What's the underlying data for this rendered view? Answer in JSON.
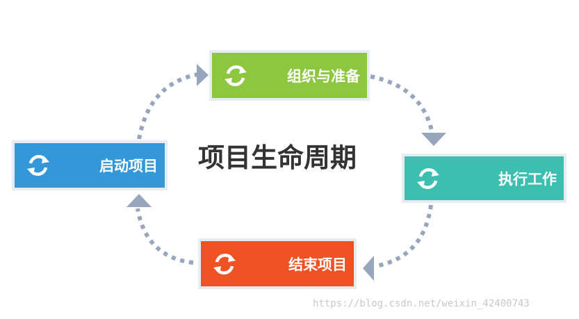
{
  "title": "项目生命周期",
  "stages": [
    {
      "id": "start",
      "label": "启动项目",
      "color": "#3498d8",
      "icon": "cycle-icon"
    },
    {
      "id": "organize",
      "label": "组织与准备",
      "color": "#8dc63f",
      "icon": "cycle-icon"
    },
    {
      "id": "execute",
      "label": "执行工作",
      "color": "#3cbfb0",
      "icon": "cycle-icon"
    },
    {
      "id": "close",
      "label": "结束项目",
      "color": "#ef5323",
      "icon": "cycle-icon"
    }
  ],
  "arrow_color": "#97a6bd",
  "watermark": "https://blog.csdn.net/weixin_42400743"
}
